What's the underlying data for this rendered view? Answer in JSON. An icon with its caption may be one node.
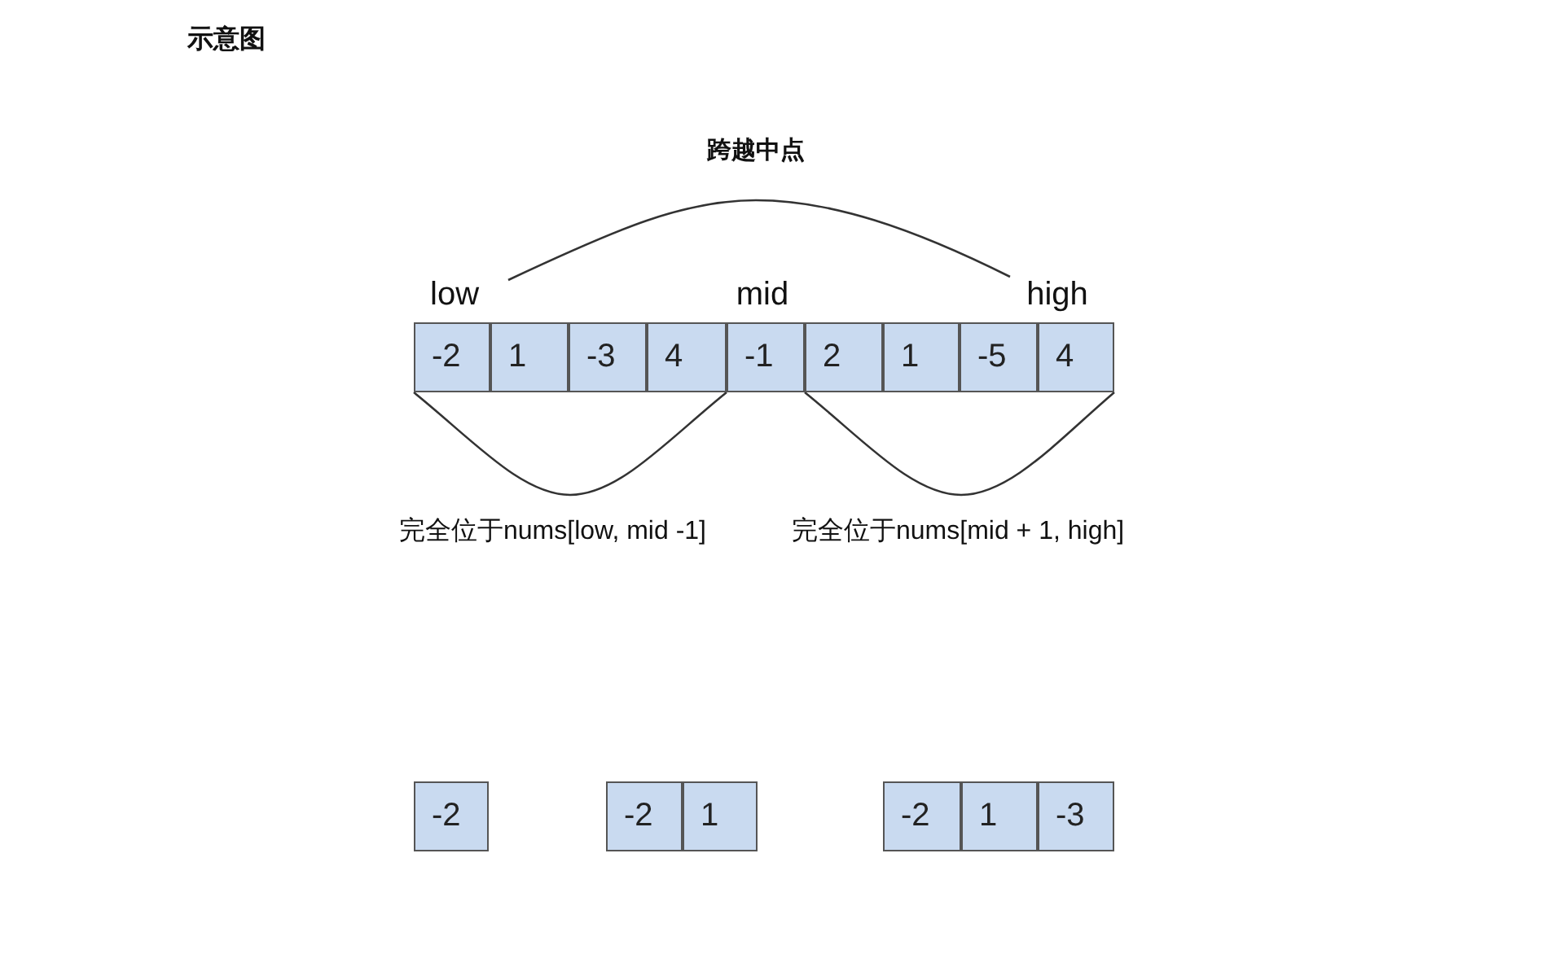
{
  "diagram": {
    "title": "示意图",
    "nodes": [
      {
        "text": [
          "-2"
        ]
      },
      {
        "text": [
          "1"
        ]
      },
      {
        "text": [
          "-3"
        ]
      },
      {
        "text": [
          "4"
        ]
      },
      {
        "text": [
          "-1"
        ]
      },
      {
        "text": [
          "2"
        ]
      },
      {
        "text": [
          "1"
        ]
      },
      {
        "text": [
          "-5"
        ]
      },
      {
        "text": [
          "4"
        ]
      },
      {
        "text": [
          "-2"
        ]
      },
      {
        "text": [
          "-2"
        ]
      },
      {
        "text": [
          "1"
        ]
      },
      {
        "text": [
          "-2"
        ]
      },
      {
        "text": [
          "1"
        ]
      },
      {
        "text": [
          "-3"
        ]
      }
    ],
    "labels": [
      "跨越中点",
      "low",
      "mid",
      "high",
      "完全位于nums[low, mid -1]",
      "完全位于nums[mid + 1, high]"
    ]
  }
}
